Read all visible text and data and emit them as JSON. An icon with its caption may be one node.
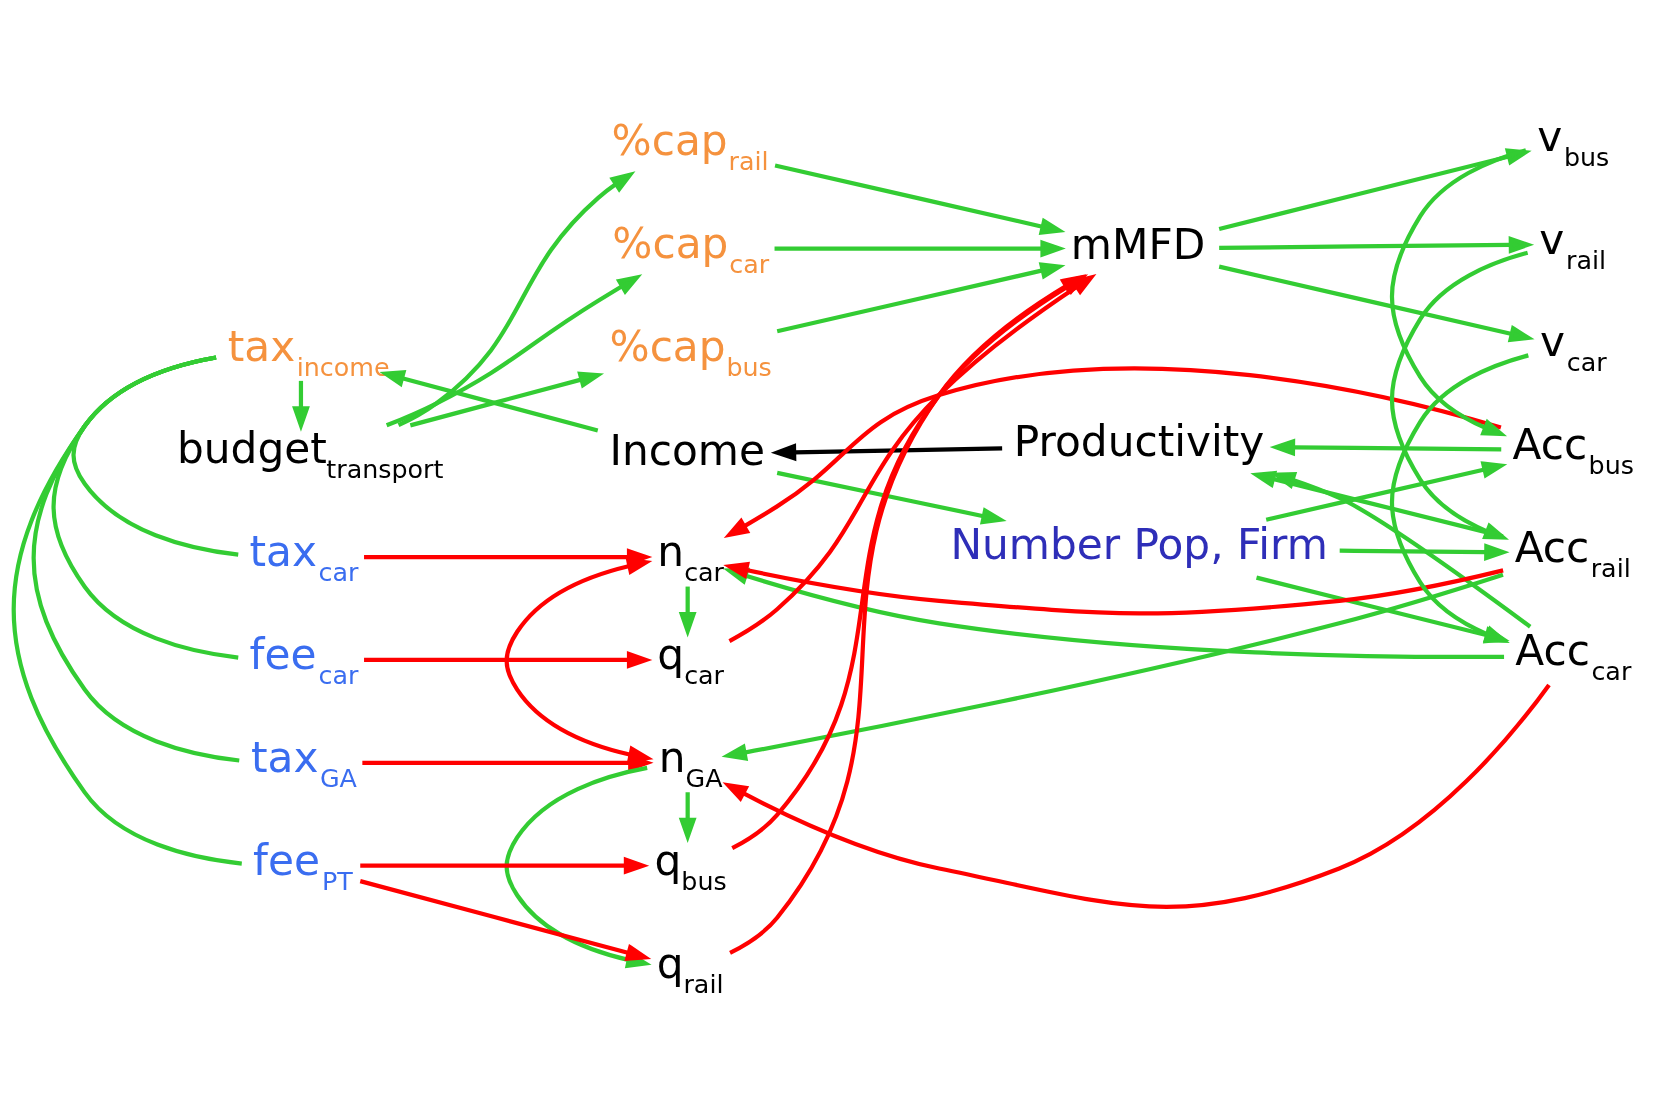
{
  "diagram": {
    "nodes": [
      {
        "text": [
          "tax$_{income}$"
        ]
      },
      {
        "text": [
          "Income"
        ]
      },
      {
        "text": [
          "Productivity"
        ]
      },
      {
        "text": [
          "Number Pop, Firm"
        ]
      },
      {
        "text": [
          "tax$_{car}$"
        ]
      },
      {
        "text": [
          "n$_{car}$"
        ]
      },
      {
        "text": [
          "Acc$_{car}$"
        ]
      },
      {
        "text": [
          "tax$_{GA}$"
        ]
      },
      {
        "text": [
          "Acc$_{bus}$"
        ]
      },
      {
        "text": [
          "n$_{GA}$"
        ]
      },
      {
        "text": [
          "Acc$_{rail}$"
        ]
      },
      {
        "text": [
          "fee$_{car}$"
        ]
      },
      {
        "text": [
          "q$_{car}$"
        ]
      },
      {
        "text": [
          "v$_{car}$"
        ]
      },
      {
        "text": [
          "fee$_{PT}$"
        ]
      },
      {
        "text": [
          "q$_{bus}$"
        ]
      },
      {
        "text": [
          "mMFD"
        ]
      },
      {
        "text": [
          "v$_{bus}$"
        ]
      },
      {
        "text": [
          "q$_{rail}$"
        ]
      },
      {
        "text": [
          "v$_{rail}$"
        ]
      },
      {
        "text": [
          "%cap$_{car}$"
        ]
      },
      {
        "text": [
          "%cap$_{bus}$"
        ]
      },
      {
        "text": [
          "%cap$_{rail}$"
        ]
      },
      {
        "text": [
          "budget$_{transport}$"
        ]
      }
    ],
    "edges": [
      {
        "from": 1,
        "to": 3,
        "arrow": "to"
      },
      {
        "from": 1,
        "to": 0,
        "arrow": "to"
      },
      {
        "from": 2,
        "to": 1,
        "arrow": "to",
        "color": "#000000"
      },
      {
        "from": 0,
        "to": 4,
        "arrow": "none"
      },
      {
        "from": 0,
        "to": 7,
        "arrow": "none"
      },
      {
        "from": 0,
        "to": 11,
        "arrow": "none"
      },
      {
        "from": 0,
        "to": 14,
        "arrow": "none"
      },
      {
        "from": 0,
        "to": 23,
        "arrow": "to"
      },
      {
        "from": 4,
        "to": 5,
        "arrow": "to",
        "color": "#ff0000"
      },
      {
        "from": 7,
        "to": 9,
        "arrow": "to",
        "color": "#ff0000"
      },
      {
        "from": 11,
        "to": 12,
        "arrow": "to",
        "color": "#ff0000"
      },
      {
        "from": 14,
        "to": 15,
        "arrow": "to",
        "color": "#ff0000"
      },
      {
        "from": 14,
        "to": 18,
        "arrow": "to",
        "color": "#ff0000"
      },
      {
        "from": 5,
        "to": 9,
        "arrow": "both",
        "color": "#ff0000"
      },
      {
        "from": 5,
        "to": 12,
        "arrow": "to"
      },
      {
        "from": 9,
        "to": 15,
        "arrow": "to"
      },
      {
        "from": 9,
        "to": 18,
        "arrow": "to"
      },
      {
        "from": 6,
        "to": 5,
        "arrow": "to"
      },
      {
        "from": 10,
        "to": 9,
        "arrow": "to"
      },
      {
        "from": 6,
        "to": 9,
        "arrow": "to",
        "color": "#ff0000"
      },
      {
        "from": 8,
        "to": 5,
        "arrow": "to",
        "color": "#ff0000"
      },
      {
        "from": 10,
        "to": 5,
        "arrow": "to",
        "color": "#ff0000"
      },
      {
        "from": 6,
        "to": 2,
        "arrow": "to"
      },
      {
        "from": 8,
        "to": 2,
        "arrow": "to"
      },
      {
        "from": 10,
        "to": 2,
        "arrow": "to"
      },
      {
        "from": 3,
        "to": 6,
        "arrow": "to"
      },
      {
        "from": 3,
        "to": 8,
        "arrow": "to"
      },
      {
        "from": 3,
        "to": 10,
        "arrow": "to"
      },
      {
        "from": 12,
        "to": 16,
        "arrow": "to",
        "color": "#ff0000"
      },
      {
        "from": 15,
        "to": 16,
        "arrow": "to",
        "color": "#ff0000"
      },
      {
        "from": 18,
        "to": 16,
        "arrow": "to",
        "color": "#ff0000"
      },
      {
        "from": 16,
        "to": 13,
        "arrow": "to"
      },
      {
        "from": 16,
        "to": 17,
        "arrow": "to"
      },
      {
        "from": 16,
        "to": 19,
        "arrow": "to"
      },
      {
        "from": 13,
        "to": 6,
        "arrow": "to"
      },
      {
        "from": 17,
        "to": 8,
        "arrow": "to"
      },
      {
        "from": 19,
        "to": 10,
        "arrow": "to"
      },
      {
        "from": 20,
        "to": 16,
        "arrow": "to"
      },
      {
        "from": 21,
        "to": 16,
        "arrow": "to"
      },
      {
        "from": 22,
        "to": 16,
        "arrow": "to"
      },
      {
        "from": 23,
        "to": 20,
        "arrow": "to"
      },
      {
        "from": 23,
        "to": 21,
        "arrow": "to"
      },
      {
        "from": 23,
        "to": 22,
        "arrow": "to"
      }
    ]
  }
}
